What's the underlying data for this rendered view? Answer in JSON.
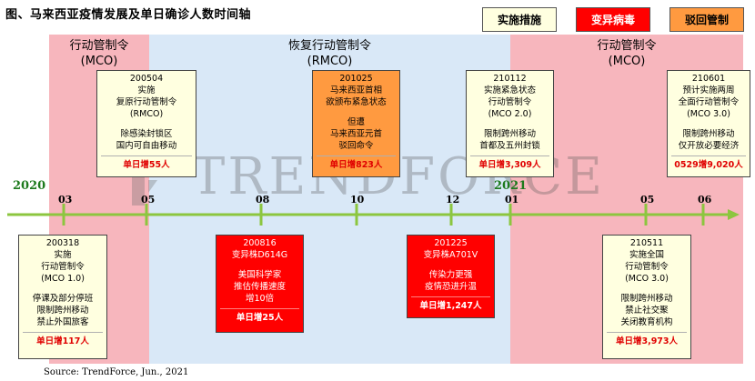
{
  "title": "图、马来西亚疫情发展及单日确诊人数时间轴",
  "legend": {
    "measures": "实施措施",
    "variant": "变异病毒",
    "rejected": "驳回管制"
  },
  "phases": [
    {
      "line1": "行动管制令",
      "line2": "(MCO)"
    },
    {
      "line1": "恢复行动管制令",
      "line2": "(RMCO)"
    },
    {
      "line1": "行动管制令",
      "line2": "(MCO)"
    }
  ],
  "watermark": "TRENDFORCE",
  "timeline": {
    "year_2020": "2020",
    "year_2021": "2021",
    "months": [
      "03",
      "05",
      "08",
      "10",
      "12",
      "01",
      "05",
      "06"
    ]
  },
  "events_top": [
    {
      "date": "200504",
      "lines": [
        "实施",
        "复原行动管制令",
        "(RMCO)"
      ],
      "lines2": [
        "除感染封锁区",
        "国内可自由移动"
      ],
      "stat": "单日增55人"
    },
    {
      "date": "201025",
      "lines": [
        "马来西亚首相",
        "欲颁布紧急状态"
      ],
      "lines2": [
        "但遭",
        "马来西亚元首",
        "驳回命令"
      ],
      "stat": "单日增823人"
    },
    {
      "date": "210112",
      "lines": [
        "实施紧急状态",
        "行动管制令",
        "(MCO 2.0)"
      ],
      "lines2": [
        "限制跨州移动",
        "首都及五州封锁"
      ],
      "stat": "单日增3,309人"
    },
    {
      "date": "210601",
      "lines": [
        "预计实施两周",
        "全面行动管制令",
        "(MCO 3.0)"
      ],
      "lines2": [
        "限制跨州移动",
        "仅开放必要经济"
      ],
      "stat": "0529增9,020人"
    }
  ],
  "events_bottom": [
    {
      "date": "200318",
      "lines": [
        "实施",
        "行动管制令",
        "(MCO 1.0)"
      ],
      "lines2": [
        "停课及部分停班",
        "限制跨州移动",
        "禁止外国旅客"
      ],
      "stat": "单日增117人"
    },
    {
      "date": "200816",
      "lines": [
        "变异株D614G"
      ],
      "lines2": [
        "美国科学家",
        "推估传播速度",
        "增10倍"
      ],
      "stat": "单日增25人"
    },
    {
      "date": "201225",
      "lines": [
        "变异株A701V"
      ],
      "lines2": [
        "传染力更强",
        "疫情恐进升温"
      ],
      "stat": "单日增1,247人"
    },
    {
      "date": "210511",
      "lines": [
        "实施全国",
        "行动管制令",
        "(MCO 3.0)"
      ],
      "lines2": [
        "限制跨州移动",
        "禁止社交聚",
        "关闭教育机构"
      ],
      "stat": "单日增3,973人"
    }
  ],
  "source": "Source: TrendForce, Jun., 2021",
  "colors": {
    "pink_band": "#f7b6bd",
    "blue_band": "#d9e8f7",
    "axis_green": "#8cc63f",
    "variant_red": "#ff0000",
    "rejected_orange": "#ff9a40",
    "measure_yellow": "#ffffe0"
  }
}
